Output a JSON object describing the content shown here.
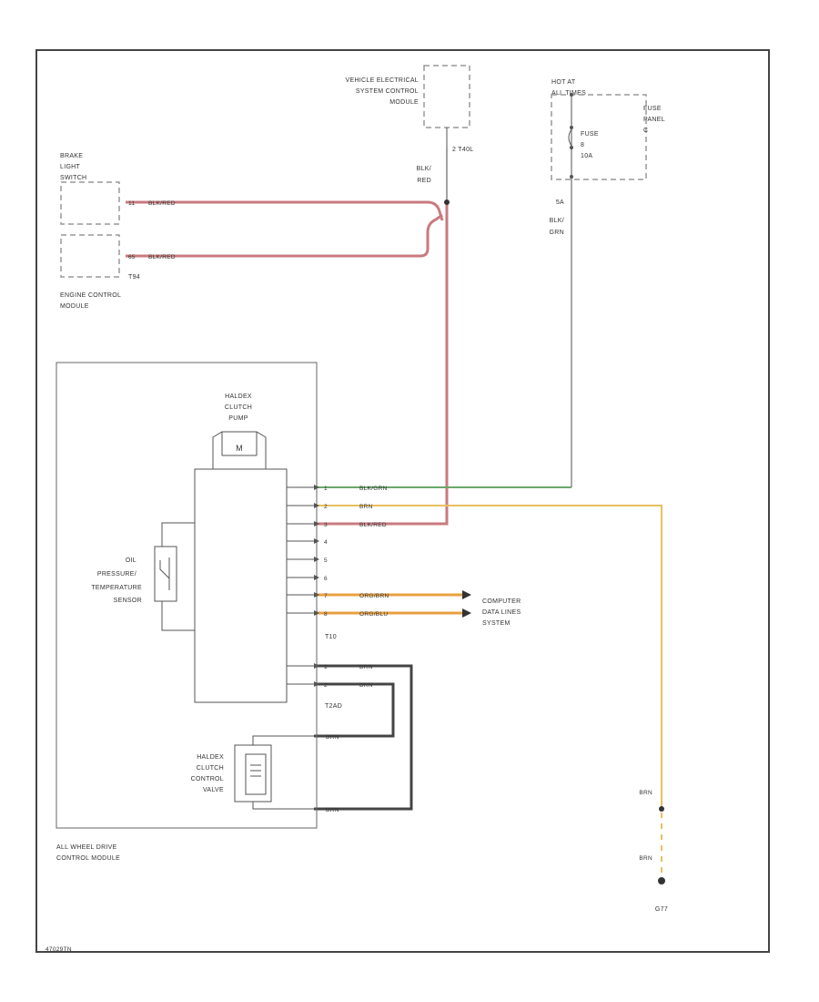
{
  "colors": {
    "red": "#c97a7f",
    "green": "#6aa86a",
    "yellow": "#e8c060",
    "orange": "#e8a040",
    "gray": "#8a8a8a",
    "dark": "#444444",
    "frame": "#444444"
  },
  "components": {
    "vecm": {
      "line1": "VEHICLE ELECTRICAL",
      "line2": "SYSTEM CONTROL",
      "line3": "MODULE"
    },
    "hot_at": {
      "line1": "HOT AT",
      "line2": "ALL TIMES"
    },
    "fuse_panel": {
      "line1": "FUSE",
      "line2": "PANEL",
      "line3": "C"
    },
    "fuse": {
      "line1": "FUSE",
      "line2": "8",
      "line3": "10A"
    },
    "brake_switch": {
      "line1": "BRAKE",
      "line2": "LIGHT",
      "line3": "SWITCH"
    },
    "ecm": {
      "line1": "ENGINE CONTROL",
      "line2": "MODULE"
    },
    "clutch_pump": {
      "line1": "HALDEX",
      "line2": "CLUTCH",
      "line3": "PUMP",
      "motor": "M"
    },
    "oil_sensor": {
      "line1": "OIL",
      "line2": "PRESSURE/",
      "line3": "TEMPERATURE",
      "line4": "SENSOR"
    },
    "clutch_valve": {
      "line1": "HALDEX",
      "line2": "CLUTCH",
      "line3": "CONTROL",
      "line4": "VALVE"
    },
    "awd_module": {
      "line1": "ALL WHEEL DRIVE",
      "line2": "CONTROL MODULE"
    },
    "computer_data": {
      "line1": "COMPUTER",
      "line2": "DATA LINES",
      "line3": "SYSTEM"
    }
  },
  "connectors": {
    "vecm_pin": "2 T40L",
    "t94": "T94",
    "t10": "T10",
    "t2ad": "T2AD",
    "fuse_pin": "5A",
    "ground": "G77"
  },
  "wires": {
    "brake": {
      "pin": "11",
      "color": "BLK/RED"
    },
    "ecm": {
      "pin": "65",
      "color": "BLK/RED"
    },
    "vecm": {
      "color_a": "BLK/",
      "color_b": "RED"
    },
    "fuse_out": {
      "color_a": "BLK/",
      "color_b": "GRN"
    },
    "p1": {
      "pin": "1",
      "color": "BLK/GRN"
    },
    "p2": {
      "pin": "2",
      "color": "BRN"
    },
    "p3": {
      "pin": "3",
      "color": "BLK/RED"
    },
    "p4": {
      "pin": "4"
    },
    "p5": {
      "pin": "5"
    },
    "p6": {
      "pin": "6"
    },
    "p7": {
      "pin": "7",
      "color": "ORG/BRN"
    },
    "p8": {
      "pin": "8",
      "color": "ORG/BLU"
    },
    "v1": {
      "pin": "1",
      "color": "BRN"
    },
    "v2": {
      "pin": "2",
      "color": "BRN"
    },
    "v3": {
      "color": "BRN"
    },
    "v4": {
      "color": "BRN"
    },
    "gnd_a": {
      "color": "BRN"
    },
    "gnd_b": {
      "color": "BRN"
    }
  },
  "footer": {
    "code": "47029TN"
  }
}
